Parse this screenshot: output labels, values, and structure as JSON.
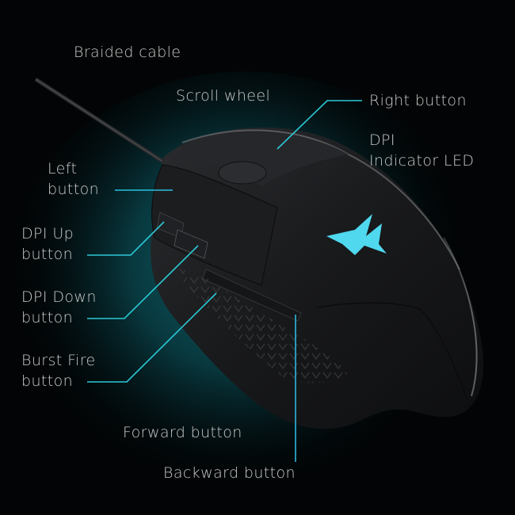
{
  "diagram": {
    "subject": "Gaming mouse",
    "colors": {
      "background": "#020405",
      "glow": "#0f6c73",
      "leader_line_start": "#23b6ea",
      "leader_line_end": "#3fe6a8",
      "label_text": "#c9c9c9",
      "logo": "#4fd8ee",
      "mouse_body": "#1a1b1d"
    },
    "labels": [
      {
        "id": "braided-cable",
        "lines": [
          "Braided cable"
        ]
      },
      {
        "id": "scroll-wheel",
        "lines": [
          "Scroll wheel"
        ]
      },
      {
        "id": "right-button",
        "lines": [
          "Right button"
        ]
      },
      {
        "id": "dpi-indicator-led",
        "lines": [
          "DPI",
          "Indicator LED"
        ]
      },
      {
        "id": "left-button",
        "lines": [
          "Left",
          "button"
        ]
      },
      {
        "id": "dpi-up-button",
        "lines": [
          "DPI Up",
          "button"
        ]
      },
      {
        "id": "dpi-down-button",
        "lines": [
          "DPI Down",
          "button"
        ]
      },
      {
        "id": "burst-fire-button",
        "lines": [
          "Burst Fire",
          "button"
        ]
      },
      {
        "id": "forward-button",
        "lines": [
          "Forward button"
        ]
      },
      {
        "id": "backward-button",
        "lines": [
          "Backward button"
        ]
      }
    ]
  }
}
